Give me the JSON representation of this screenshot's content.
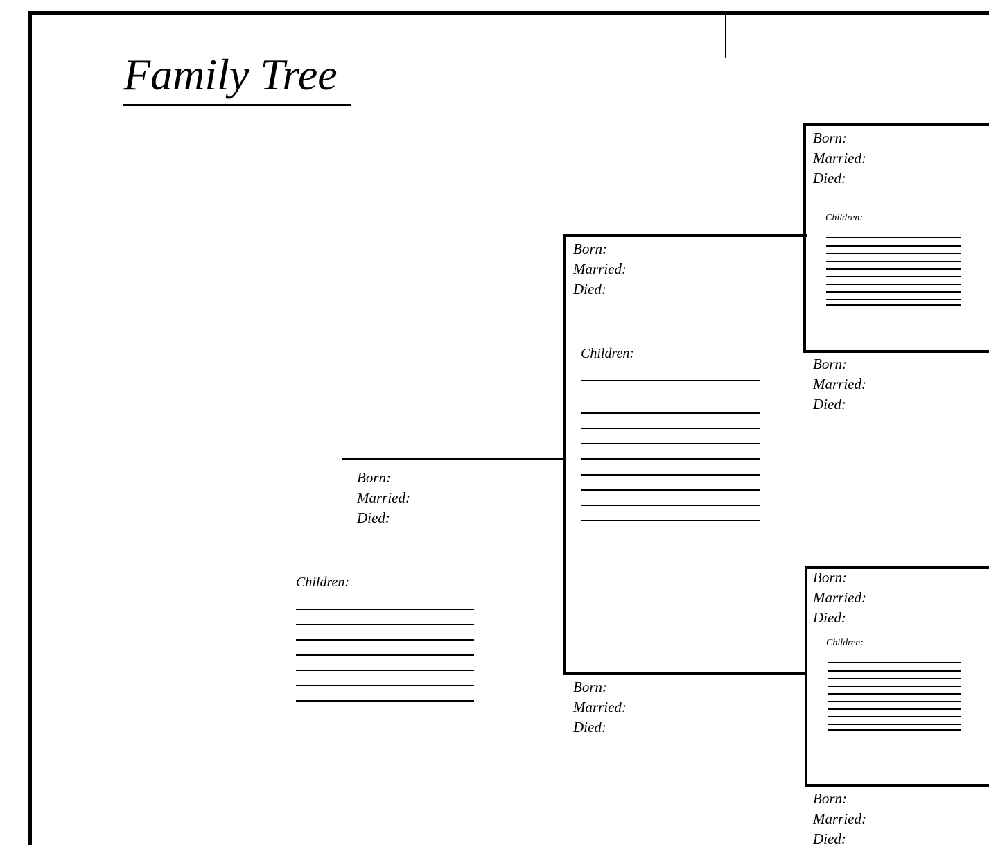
{
  "title": "Family Tree",
  "labels": {
    "born": "Born:",
    "married": "Married:",
    "died": "Died:",
    "children": "Children:"
  }
}
